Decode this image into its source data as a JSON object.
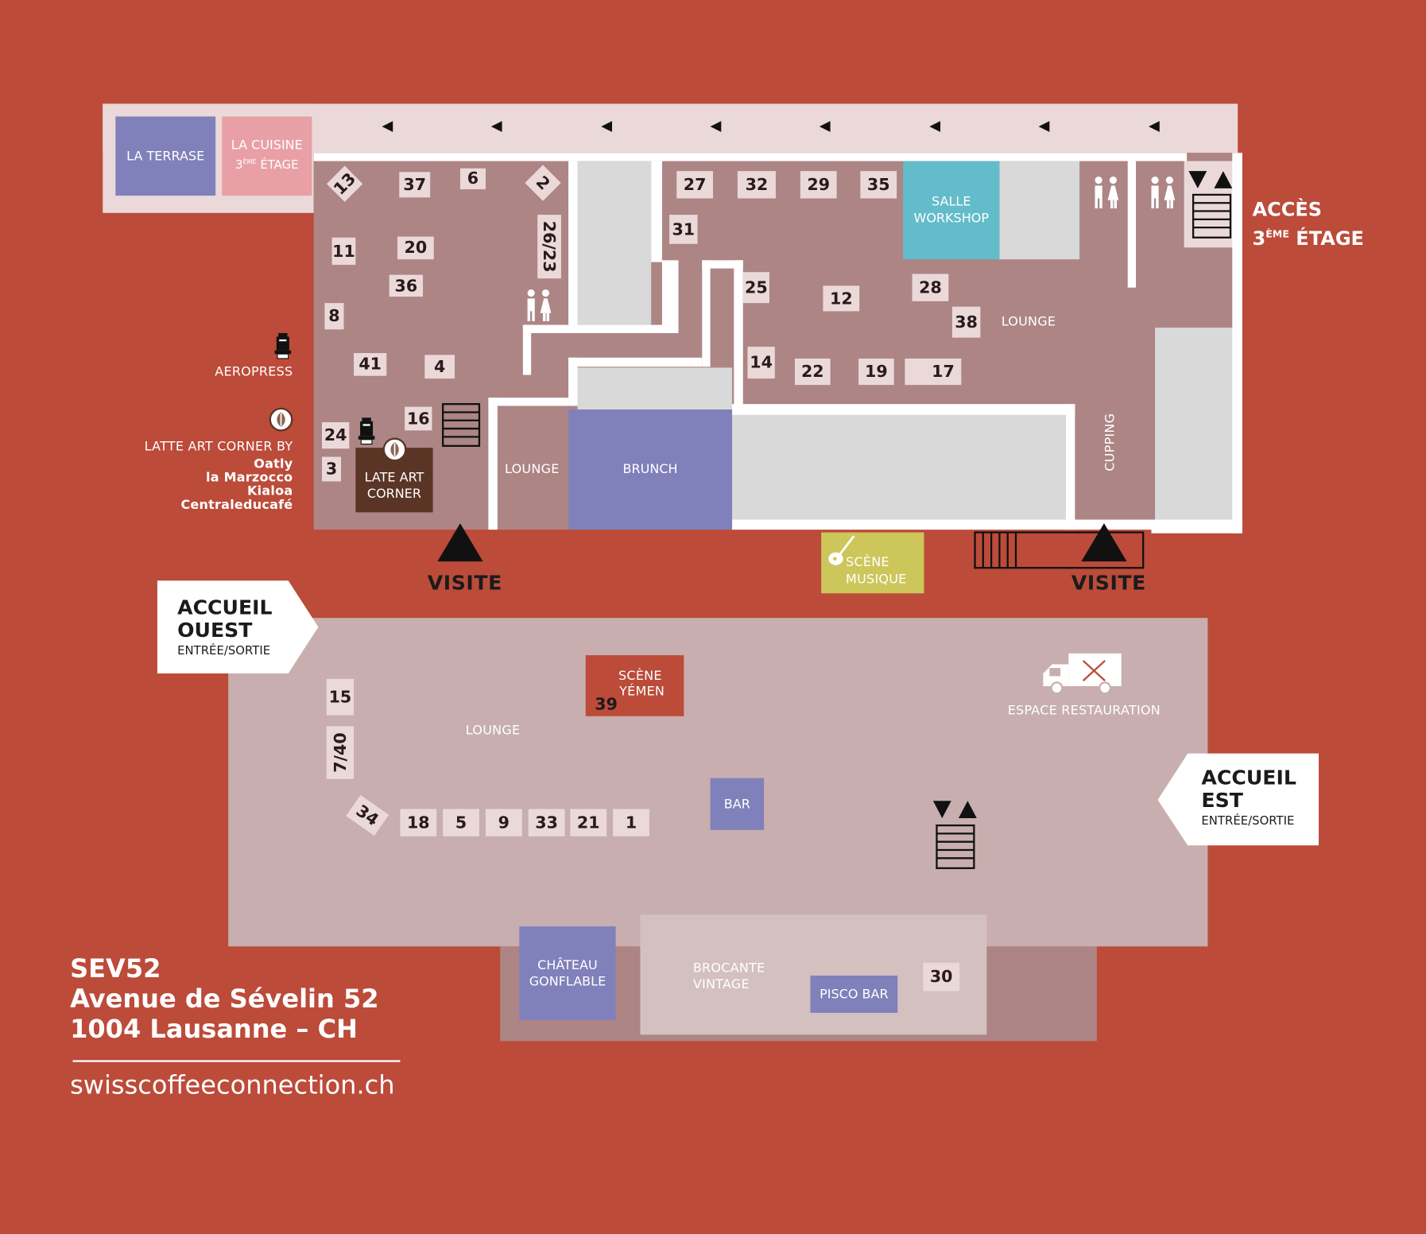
{
  "colors": {
    "background": "#bc4b3a",
    "upper_floor": "#ad8585",
    "lower_floor": "#c8aeae",
    "corridor": "#ebd9d9",
    "purple_zone": "#8080bb",
    "pink_zone": "#e8a0a6",
    "blue_zone": "#62bcca",
    "olive_zone": "#cdc75b",
    "brown_zone": "#5a3526",
    "stand_tag": "#ebd9d9"
  },
  "top_bar": {
    "la_terrase": "LA TERRASE",
    "la_cuisine_line1": "LA CUISINE",
    "la_cuisine_line2_prefix": "3",
    "la_cuisine_line2_sup": "ÈME",
    "la_cuisine_line2_suffix": " ÉTAGE"
  },
  "acces": {
    "line1": "ACCÈS",
    "line2_prefix": "3",
    "line2_sup": "ÈME",
    "line2_suffix": " ÉTAGE"
  },
  "upper_floor": {
    "stands": {
      "s13": "13",
      "s37": "37",
      "s6": "6",
      "s2": "2",
      "s26_23": "26/23",
      "s11": "11",
      "s20": "20",
      "s36": "36",
      "s8": "8",
      "s41": "41",
      "s4": "4",
      "s16": "16",
      "s24": "24",
      "s3": "3",
      "s27": "27",
      "s32": "32",
      "s29": "29",
      "s35": "35",
      "s31": "31",
      "s25": "25",
      "s12": "12",
      "s28": "28",
      "s38": "38",
      "s14": "14",
      "s22": "22",
      "s19": "19",
      "s17": "17"
    },
    "salle_workshop_line1": "SALLE",
    "salle_workshop_line2": "WORKSHOP",
    "lounge_right": "LOUNGE",
    "lounge_left": "LOUNGE",
    "brunch": "BRUNCH",
    "cupping": "CUPPING",
    "late_art_line1": "LATE ART",
    "late_art_line2": "CORNER",
    "scene_musique_line1": "SCÈNE",
    "scene_musique_line2": "MUSIQUE",
    "visite_left": "VISITE",
    "visite_right": "VISITE"
  },
  "side_labels": {
    "aeropress": "AEROPRESS",
    "latte_title": "LATTE ART CORNER BY",
    "latte_sponsors": [
      "Oatly",
      "la Marzocco",
      "Kialoa",
      "Centraleducafé"
    ]
  },
  "accueil_ouest": {
    "line1": "ACCUEIL",
    "line2": "OUEST",
    "sub": "ENTRÉE/SORTIE"
  },
  "accueil_est": {
    "line1": "ACCUEIL",
    "line2": "EST",
    "sub": "ENTRÉE/SORTIE"
  },
  "lower_floor": {
    "stands": {
      "s15": "15",
      "s7_40": "7/40",
      "s34": "34",
      "s18": "18",
      "s5": "5",
      "s9": "9",
      "s33": "33",
      "s21": "21",
      "s1": "1",
      "s39": "39",
      "s30": "30"
    },
    "lounge": "LOUNGE",
    "scene_yemen_line1": "SCÈNE",
    "scene_yemen_line2": "YÉMEN",
    "bar": "BAR",
    "espace_restauration": "ESPACE RESTAURATION",
    "chateau_line1": "CHÂTEAU",
    "chateau_line2": "GONFLABLE",
    "brocante_line1": "BROCANTE",
    "brocante_line2": "VINTAGE",
    "pisco_bar": "PISCO BAR"
  },
  "address": {
    "line1": "SEV52",
    "line2": "Avenue de Sévelin 52",
    "line3": "1004 Lausanne – CH",
    "website": "swisscoffeeconnection.ch"
  },
  "icons": {
    "corridor_arrows": "left-arrow-icon",
    "toilets": "restroom-icon",
    "stairs": "stairs-icon",
    "elevator": "elevator-icon",
    "aeropress": "aeropress-icon",
    "latte": "latte-art-icon",
    "guitar": "guitar-icon",
    "food_truck": "food-truck-icon"
  }
}
